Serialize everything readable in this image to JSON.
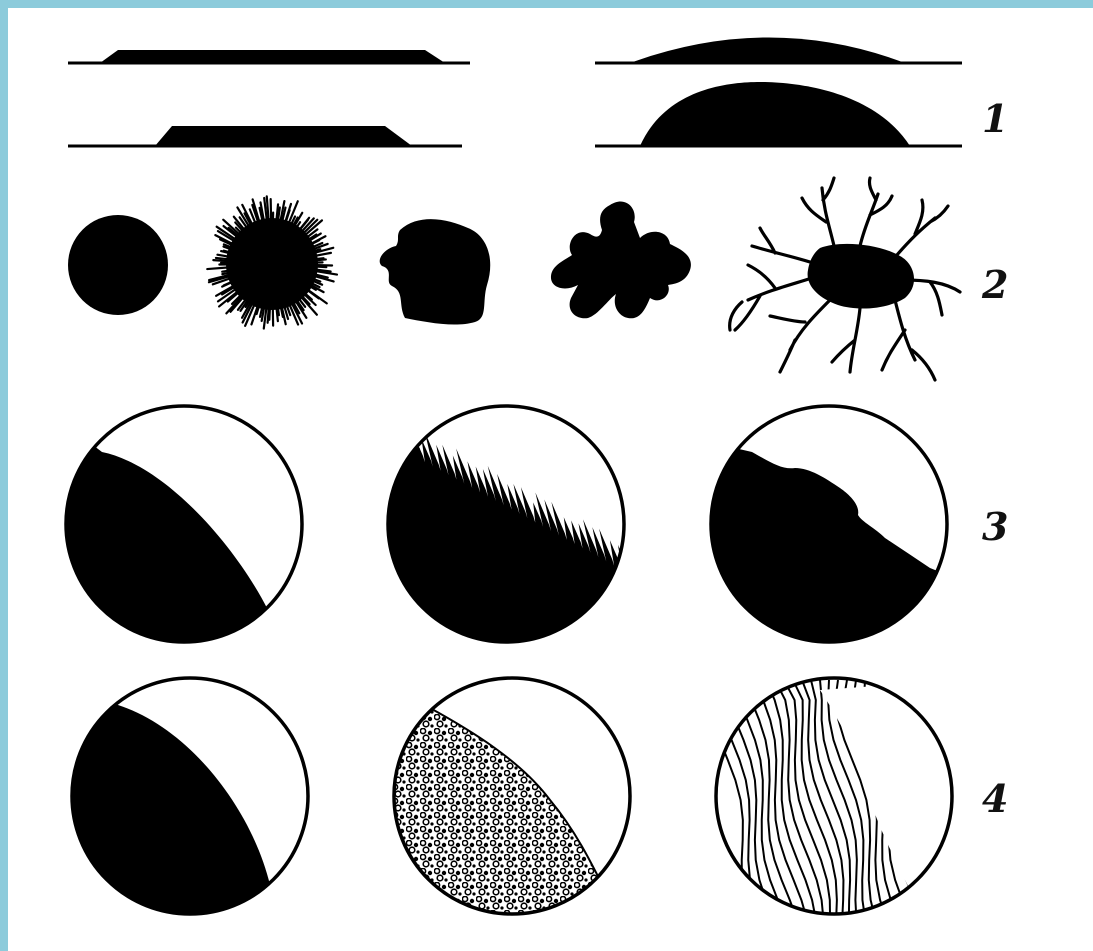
{
  "figure": {
    "row_labels": [
      "1",
      "2",
      "3",
      "4"
    ],
    "colors": {
      "frame": "#8ccbdb",
      "ink": "#000000",
      "paper": "#ffffff"
    },
    "icons": [
      "flat-colony-profile-icon",
      "raised-flat-colony-profile-icon",
      "convex-colony-profile-icon",
      "domed-colony-profile-icon",
      "round-colony-icon",
      "fringed-colony-icon",
      "irregular-colony-icon",
      "lobed-colony-icon",
      "rhizoid-colony-icon",
      "smooth-edge-field-icon",
      "fibrous-edge-field-icon",
      "wavy-edge-field-icon",
      "homogeneous-field-icon",
      "granular-field-icon",
      "streaked-field-icon"
    ]
  }
}
